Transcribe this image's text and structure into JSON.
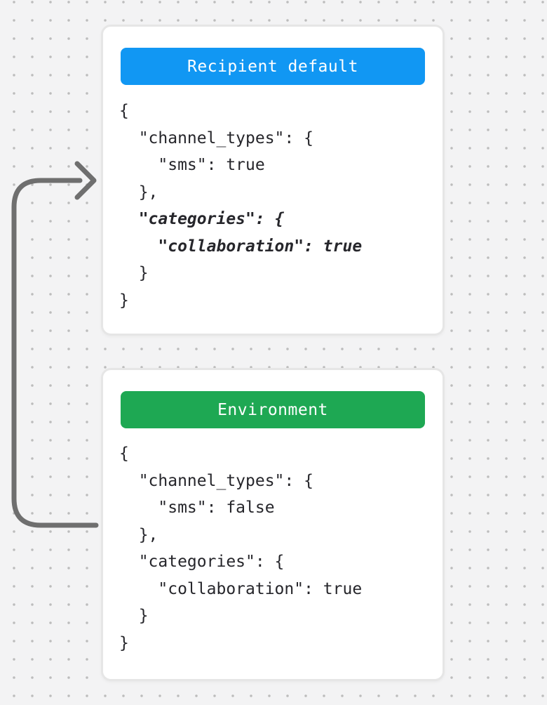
{
  "canvas": {
    "background_color": "#f3f3f4",
    "dot_color": "#bcbcbc"
  },
  "arrow": {
    "name": "loop-arrow-environment-to-recipient-default",
    "color": "#6f6f6f"
  },
  "cards": [
    {
      "title": "Recipient default",
      "header_color": "#1197f3",
      "code_lines": [
        {
          "text": "{",
          "emphasis": false
        },
        {
          "text": "  \"channel_types\": {",
          "emphasis": false
        },
        {
          "text": "    \"sms\": true",
          "emphasis": false
        },
        {
          "text": "  },",
          "emphasis": false
        },
        {
          "text": "  \"categories\": {",
          "emphasis": true
        },
        {
          "text": "    \"collaboration\": true",
          "emphasis": true
        },
        {
          "text": "  }",
          "emphasis": false
        },
        {
          "text": "}",
          "emphasis": false
        }
      ]
    },
    {
      "title": "Environment",
      "header_color": "#1ea853",
      "code_lines": [
        {
          "text": "{",
          "emphasis": false
        },
        {
          "text": "  \"channel_types\": {",
          "emphasis": false
        },
        {
          "text": "    \"sms\": false",
          "emphasis": false
        },
        {
          "text": "  },",
          "emphasis": false
        },
        {
          "text": "  \"categories\": {",
          "emphasis": false
        },
        {
          "text": "    \"collaboration\": true",
          "emphasis": false
        },
        {
          "text": "  }",
          "emphasis": false
        },
        {
          "text": "}",
          "emphasis": false
        }
      ]
    }
  ]
}
